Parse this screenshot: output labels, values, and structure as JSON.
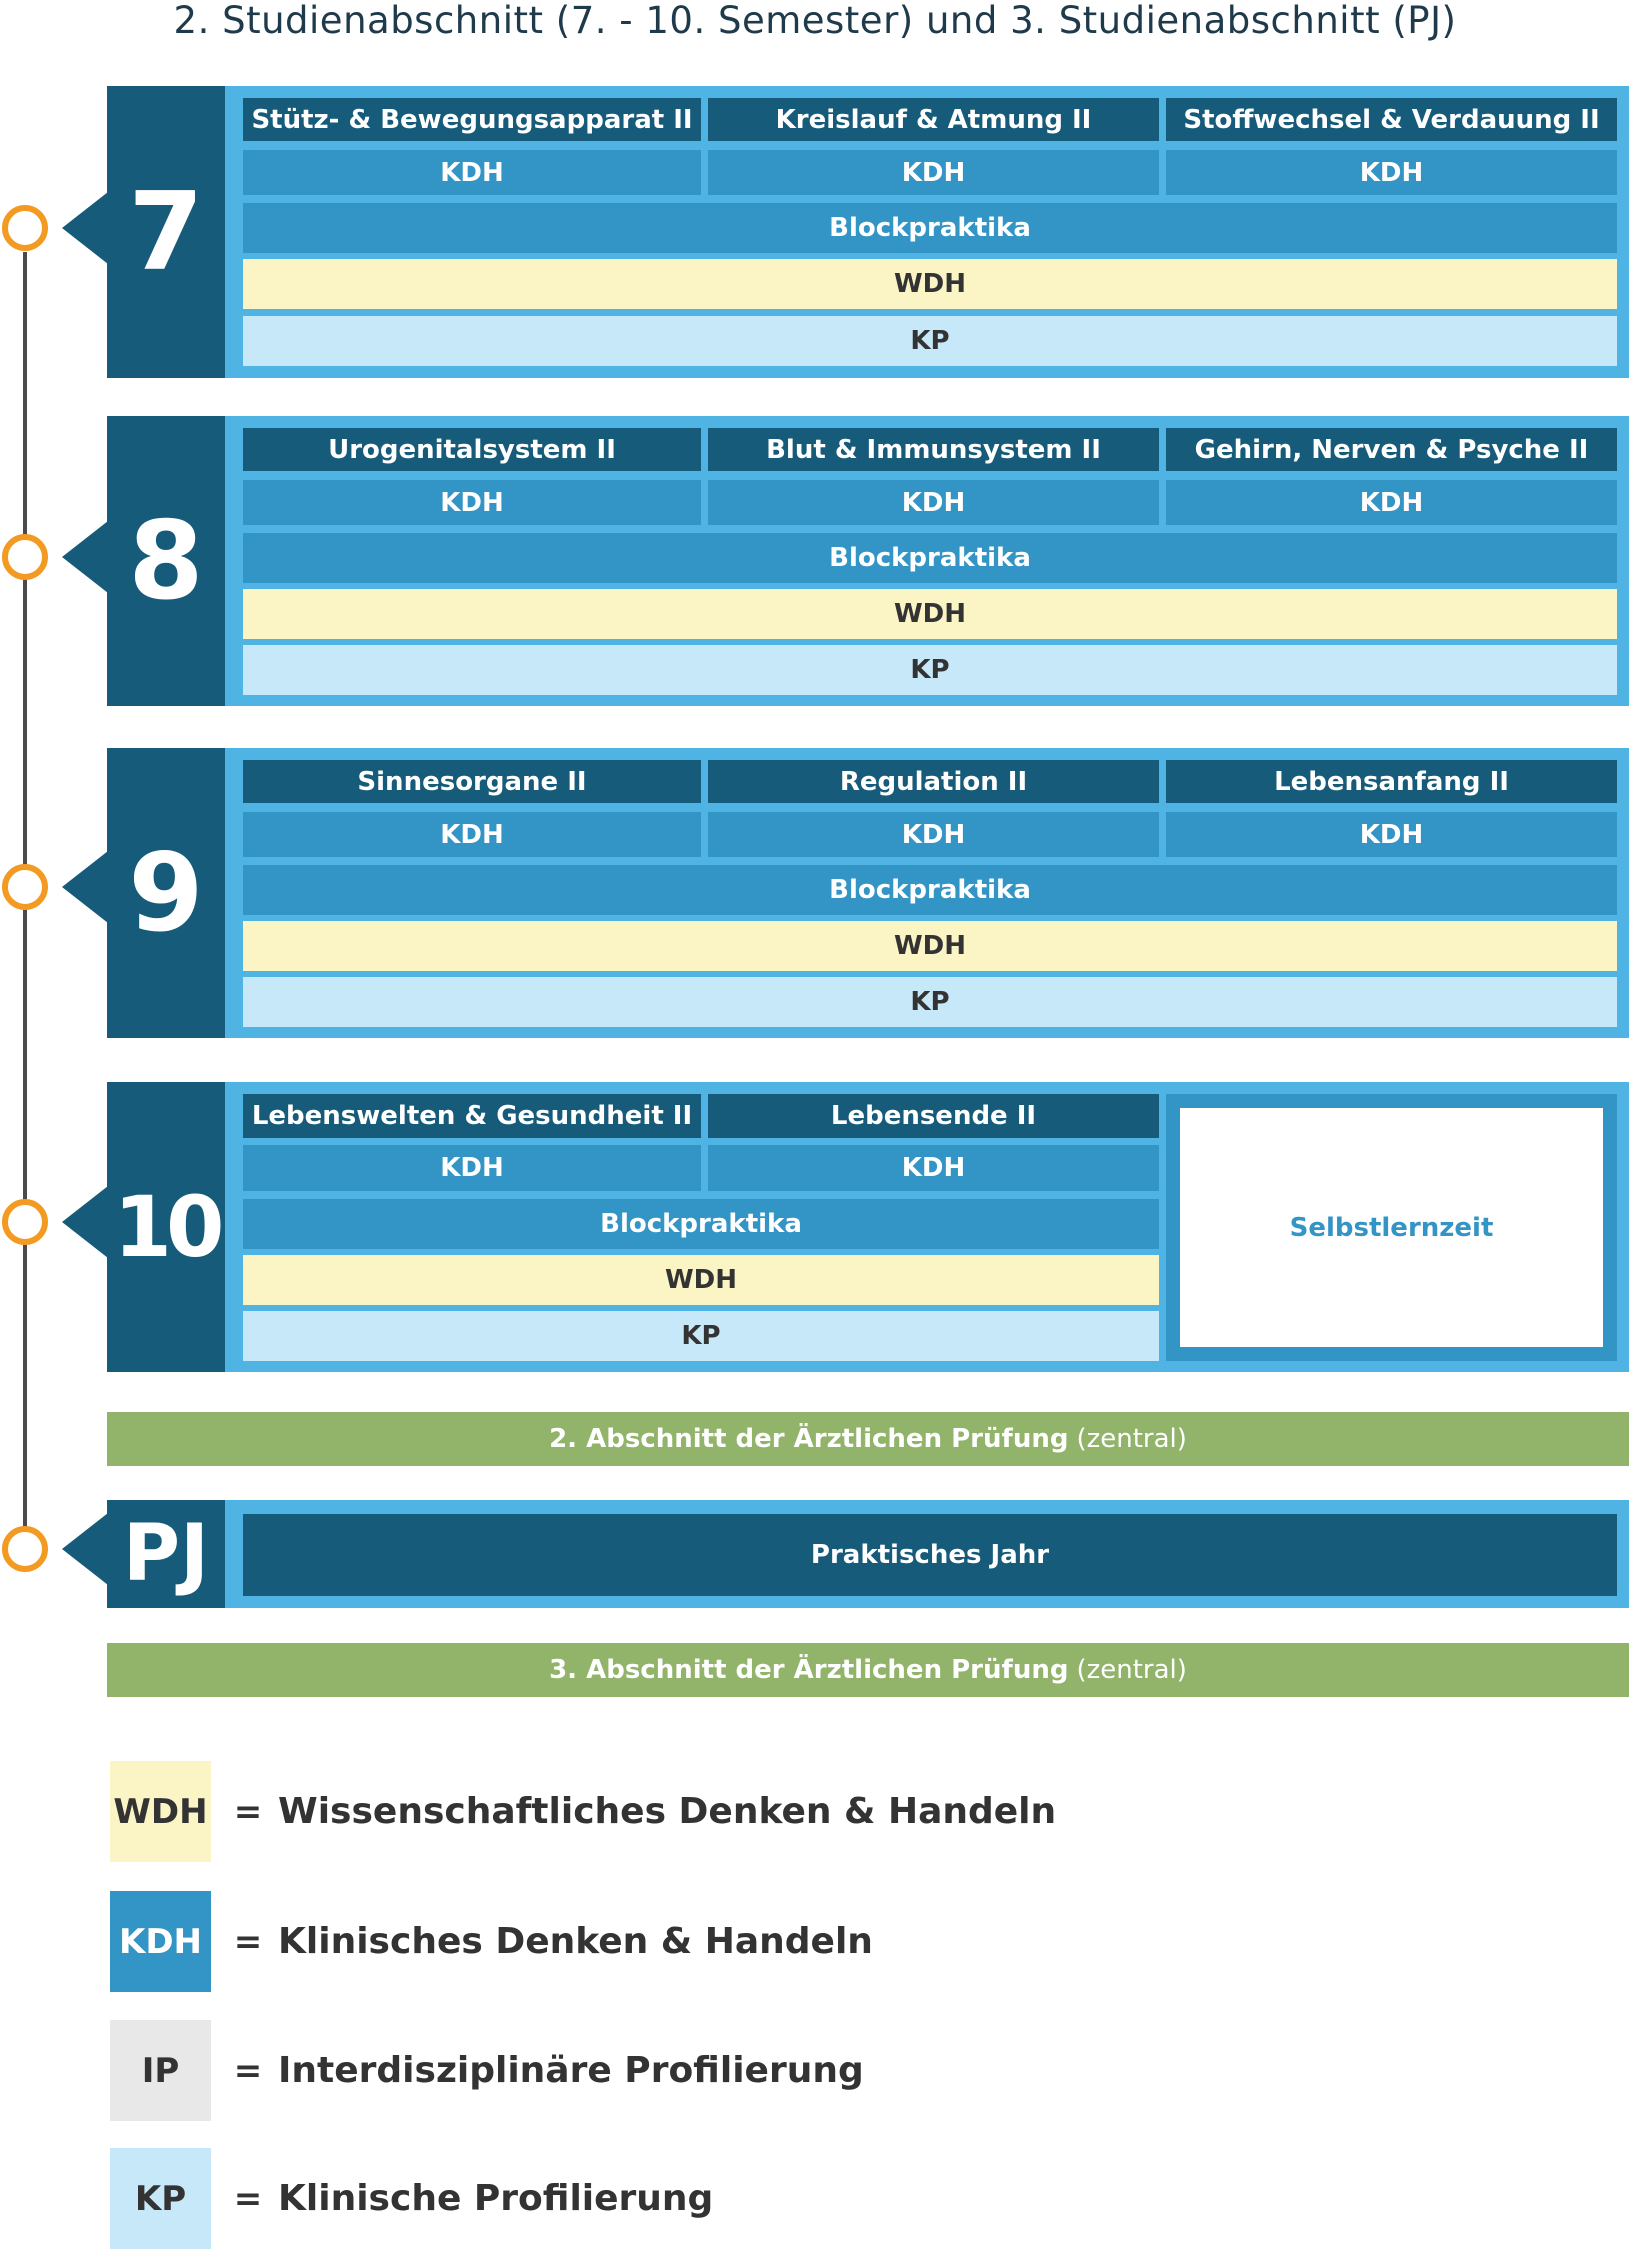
{
  "title": "2. Studienabschnitt (7. - 10. Semester) und 3. Studienabschnitt (PJ)",
  "semesters": [
    {
      "number": "7",
      "modules": [
        "Stütz- & Bewegungsapparat II",
        "Kreislauf & Atmung II",
        "Stoffwechsel & Verdauung II"
      ],
      "kdh": [
        "KDH",
        "KDH",
        "KDH"
      ],
      "blockpraktika": "Blockpraktika",
      "wdh": "WDH",
      "kp": "KP"
    },
    {
      "number": "8",
      "modules": [
        "Urogenitalsystem II",
        "Blut & Immunsystem II",
        "Gehirn, Nerven & Psyche II"
      ],
      "kdh": [
        "KDH",
        "KDH",
        "KDH"
      ],
      "blockpraktika": "Blockpraktika",
      "wdh": "WDH",
      "kp": "KP"
    },
    {
      "number": "9",
      "modules": [
        "Sinnesorgane II",
        "Regulation II",
        "Lebensanfang II"
      ],
      "kdh": [
        "KDH",
        "KDH",
        "KDH"
      ],
      "blockpraktika": "Blockpraktika",
      "wdh": "WDH",
      "kp": "KP"
    },
    {
      "number": "10",
      "modules": [
        "Lebenswelten & Gesundheit II",
        "Lebensende II"
      ],
      "kdh": [
        "KDH",
        "KDH"
      ],
      "blockpraktika": "Blockpraktika",
      "wdh": "WDH",
      "kp": "KP",
      "selbstlernzeit": "Selbstlernzeit"
    }
  ],
  "exam2": {
    "bold": "2. Abschnitt der Ärztlichen Prüfung",
    "light": "(zentral)"
  },
  "pj": {
    "number": "PJ",
    "label": "Praktisches Jahr"
  },
  "exam3": {
    "bold": "3. Abschnitt der Ärztlichen Prüfung",
    "light": "(zentral)"
  },
  "legend": [
    {
      "abbr": "WDH",
      "eq": "=",
      "text": "Wissenschaftliches Denken & Handeln",
      "bg": "#fbf5c6",
      "fg": "#333333"
    },
    {
      "abbr": "KDH",
      "eq": "=",
      "text": "Klinisches Denken & Handeln",
      "bg": "#3394c6",
      "fg": "#ffffff"
    },
    {
      "abbr": "IP",
      "eq": "=",
      "text": "Interdisziplinäre Profilierung",
      "bg": "#e8e8e8",
      "fg": "#333333"
    },
    {
      "abbr": "KP",
      "eq": "=",
      "text": "Klinische Profilierung",
      "bg": "#c6e8f9",
      "fg": "#333333"
    }
  ],
  "colors": {
    "dark_blue": "#175b7a",
    "frame_blue": "#4fb3e3",
    "kdh_blue": "#3394c6",
    "wdh_yellow": "#fbf5c6",
    "kp_light_blue": "#c6e8f9",
    "exam_green": "#92b46a",
    "timeline_orange": "#f29a21"
  }
}
